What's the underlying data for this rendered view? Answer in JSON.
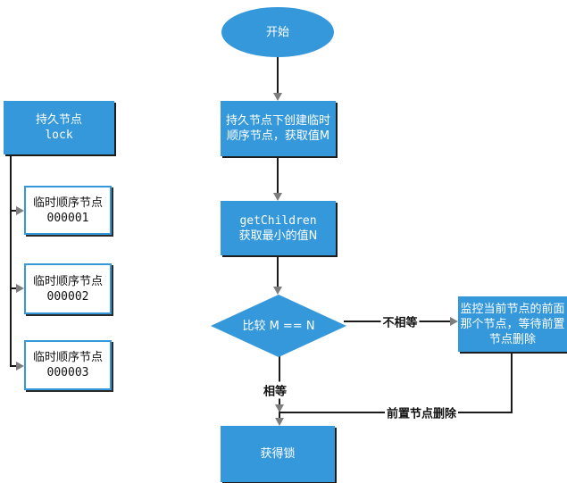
{
  "nodes": {
    "start": {
      "label": "开始"
    },
    "persistent": {
      "line1": "持久节点",
      "line2": "lock"
    },
    "ephemeral1": {
      "line1": "临时顺序节点",
      "line2": "000001"
    },
    "ephemeral2": {
      "line1": "临时顺序节点",
      "line2": "000002"
    },
    "ephemeral3": {
      "line1": "临时顺序节点",
      "line2": "000003"
    },
    "create": {
      "line1": "持久节点下创建临时",
      "line2": "顺序节点，获取值M"
    },
    "getchildren": {
      "line1": "getChildren",
      "line2": "获取最小的值N"
    },
    "compare": {
      "label": "比较 M == N"
    },
    "monitor": {
      "line1": "监控当前节点的前面",
      "line2": "那个节点，等待前置",
      "line3": "节点删除"
    },
    "acquire": {
      "label": "获得锁"
    }
  },
  "edges": {
    "not_equal_label": "不相等",
    "equal_label": "相等",
    "predecessor_deleted_label": "前置节点删除"
  },
  "colors": {
    "node_fill": "#3598db",
    "node_text": "#ffffff",
    "white_node_border": "#3598db",
    "connector_line": "#1a1a1a",
    "arrowhead": "#7d7d7d",
    "shadow": "#1c1c1c"
  }
}
